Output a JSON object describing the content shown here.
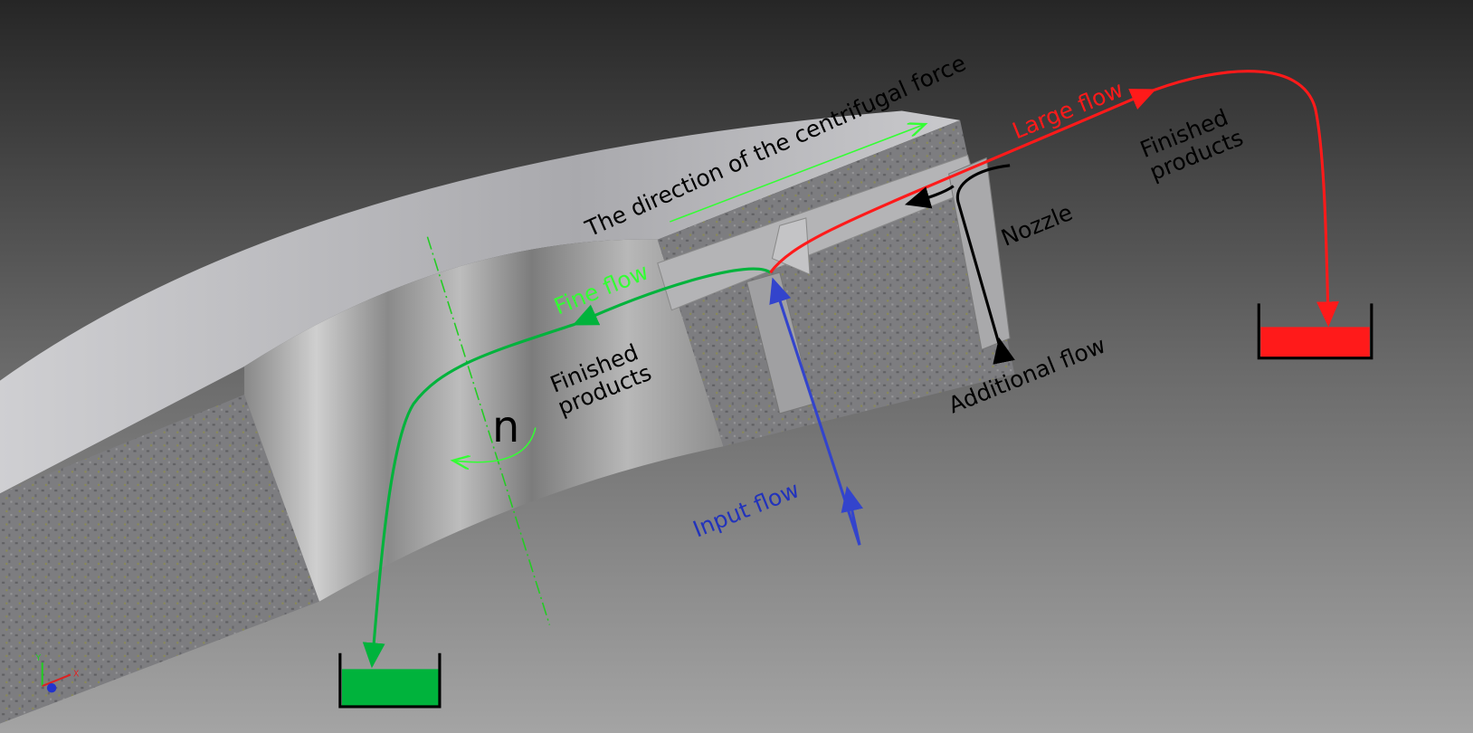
{
  "labels": {
    "centrifugal": "The direction of the centrifugal force",
    "large_flow": "Large flow",
    "finished_right_1": "Finished",
    "finished_right_2": "products",
    "nozzle": "Nozzle",
    "additional_flow": "Additional flow",
    "fine_flow": "Fine flow",
    "finished_left_1": "Finished",
    "finished_left_2": "products",
    "rotation": "n",
    "input_flow": "Input flow"
  },
  "axis_triad": {
    "y": "Y",
    "x": "X"
  },
  "colors": {
    "fine_flow": "#00b33c",
    "fine_flow_label": "#33ff33",
    "large_flow": "#ff1a1a",
    "input_flow": "#3344cc",
    "additional_flow": "#000000",
    "container_green": "#00b33c",
    "container_red": "#ff1a1a"
  }
}
